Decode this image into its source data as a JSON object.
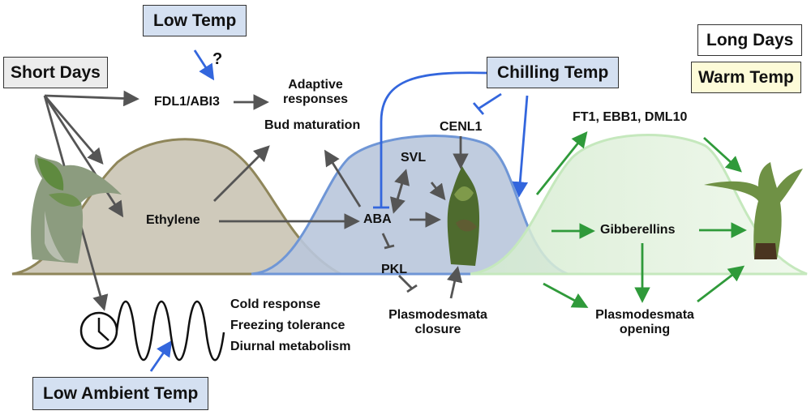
{
  "environment": {
    "low_temp": "Low Temp",
    "short_days": "Short Days",
    "chilling_temp": "Chilling Temp",
    "long_days": "Long Days",
    "warm_temp": "Warm Temp",
    "low_ambient_temp": "Low Ambient Temp",
    "uncertain": "?"
  },
  "factors": {
    "fdl1_abi3": "FDL1/ABI3",
    "adaptive_responses_line1": "Adaptive",
    "adaptive_responses_line2": "responses",
    "bud_maturation": "Bud maturation",
    "ethylene": "Ethylene",
    "cenl1": "CENL1",
    "svl": "SVL",
    "aba": "ABA",
    "pkl": "PKL",
    "plasmodesmata_closure_line1": "Plasmodesmata",
    "plasmodesmata_closure_line2": "closure",
    "ft1_ebb1_dml10": "FT1, EBB1, DML10",
    "gibberellins": "Gibberellins",
    "plasmodesmata_opening_line1": "Plasmodesmata",
    "plasmodesmata_opening_line2": "opening"
  },
  "clock_responses": {
    "cold_response": "Cold response",
    "freezing_tolerance": "Freezing tolerance",
    "diurnal_metabolism": "Diurnal metabolism"
  },
  "colors": {
    "phase1_fill": "#cfcabb",
    "phase1_stroke": "#8f865a",
    "phase2_fill": "#b9c7dc",
    "phase2_stroke": "#6f96d6",
    "phase3_fill": "#e4f1df",
    "phase3_stroke": "#c5e8bd",
    "arrow_grey": "#555555",
    "arrow_blue": "#3366dd",
    "arrow_green": "#2f9a3a"
  }
}
